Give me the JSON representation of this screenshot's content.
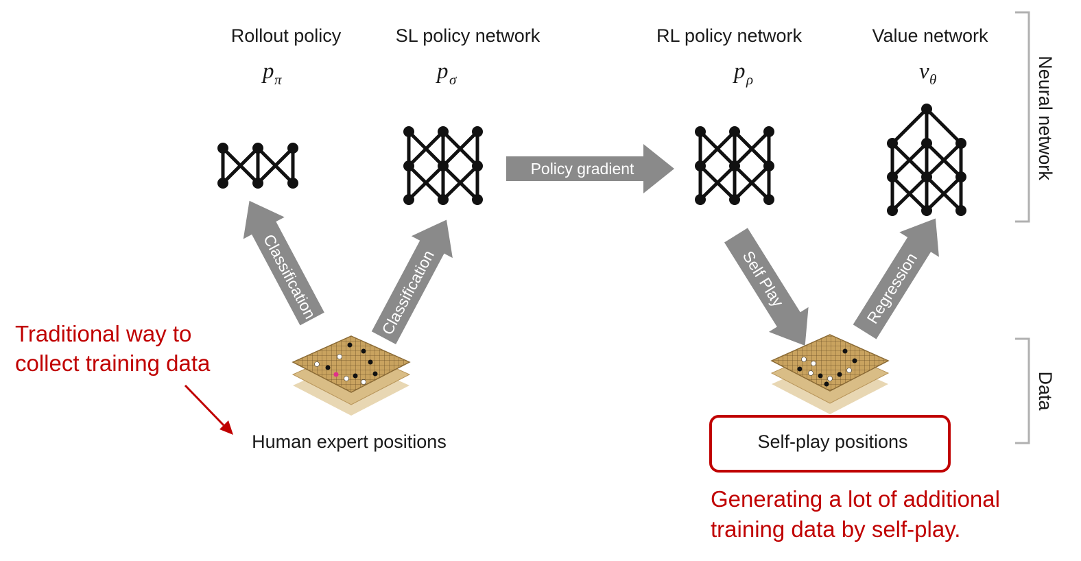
{
  "networks": {
    "rollout": {
      "title": "Rollout policy",
      "symbol": "p",
      "subscript": "π"
    },
    "sl": {
      "title": "SL policy network",
      "symbol": "p",
      "subscript": "σ"
    },
    "rl": {
      "title": "RL policy network",
      "symbol": "p",
      "subscript": "ρ"
    },
    "value": {
      "title": "Value network",
      "symbol": "v",
      "subscript": "θ"
    }
  },
  "arrows": {
    "policy_gradient": "Policy gradient",
    "classification_left": "Classification",
    "classification_right": "Classification",
    "self_play": "Self Play",
    "regression": "Regression"
  },
  "positions": {
    "human": "Human expert positions",
    "self_play": "Self-play positions"
  },
  "side_labels": {
    "neural_network": "Neural network",
    "data": "Data"
  },
  "annotations": {
    "traditional_line1": "Traditional way to",
    "traditional_line2": "collect training data",
    "generating_line1": "Generating a lot of additional",
    "generating_line2": "training data by self-play."
  },
  "colors": {
    "arrow_gray": "#8a8a8a",
    "annotation_red": "#c00000",
    "board_tan": "#c8a25e",
    "bracket_gray": "#b0b0b0"
  }
}
